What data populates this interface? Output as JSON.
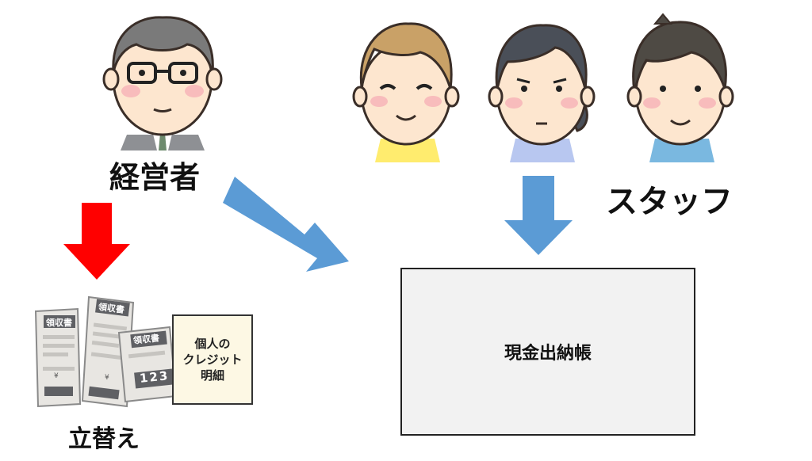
{
  "labels": {
    "owner": "経営者",
    "staff": "スタッフ",
    "tatekae": "立替え",
    "cashbook": "現金出納帳"
  },
  "receipts": {
    "title": "領収書",
    "amount": "123",
    "yen_symbol": "¥"
  },
  "credit_statement": {
    "line1": "個人の",
    "line2": "クレジット",
    "line3": "明細"
  },
  "colors": {
    "blue_arrow": "#5b9bd5",
    "red_arrow": "#ff0000",
    "receipt_paper": "#e8e6e2",
    "receipt_header": "#5f6064",
    "skin": "#fde6cf",
    "owner_hair": "#7a7a7a",
    "staff1_hair": "#c9a167",
    "staff2_hair": "#4a4f58",
    "staff3_hair": "#4e4a44"
  },
  "icons": [
    "owner-avatar",
    "staff-avatar",
    "receipt-icon",
    "down-arrow-icon",
    "diagonal-arrow-icon"
  ]
}
